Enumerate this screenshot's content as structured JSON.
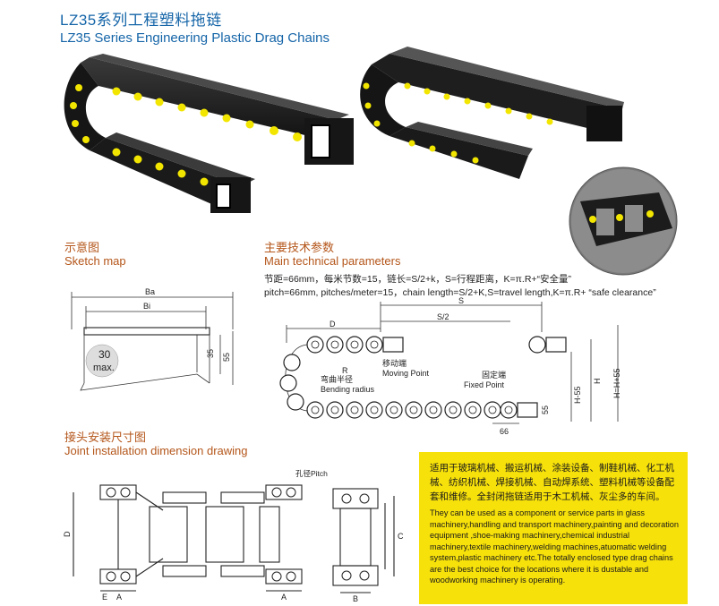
{
  "header": {
    "title_cn": "LZ35系列工程塑料拖链",
    "title_en": "LZ35 Series Engineering Plastic Drag Chains"
  },
  "sketch": {
    "title_cn": "示意图",
    "title_en": "Sketch map",
    "labels": {
      "ba": "Ba",
      "bi": "Bi",
      "h35": "35",
      "h55": "55",
      "angle": "30",
      "angle_unit": "max."
    }
  },
  "params": {
    "title_cn": "主要技术参数",
    "title_en": "Main technical parameters",
    "line_cn": "节距=66mm，每米节数=15，链长=S/2+k，S=行程距离，K=π.R+“安全量”",
    "line_en": "pitch=66mm, pitches/meter=15，chain length=S/2+K,S=travel length,K=π.R+ “safe clearance”"
  },
  "diagram": {
    "label_s": "S",
    "label_s2": "S/2",
    "label_d": "D",
    "label_r": "R",
    "bend_cn": "弯曲半径",
    "bend_en": "Bending radius",
    "moving_cn": "移动端",
    "moving_en": "Moving Point",
    "fixed_cn": "固定端",
    "fixed_en": "Fixed Point",
    "pitch_value": "66",
    "h55": "55",
    "h_minus": "H-55",
    "h": "H",
    "hf": "H=H+55"
  },
  "joint": {
    "title_cn": "接头安装尺寸图",
    "title_en": "Joint installation dimension drawing",
    "pitch_label": "孔径Pitch",
    "labels": {
      "d": "D",
      "e": "E",
      "a": "A",
      "a2": "A",
      "b": "B",
      "c": "C"
    }
  },
  "notes": {
    "cn": "适用于玻璃机械、搬运机械、涂装设备、制鞋机械、化工机械、纺织机械、焊接机械、自动焊系统、塑料机械等设备配套和维修。全封闭拖链适用于木工机械、灰尘多的车间。",
    "en": "They can be used as a component or service parts in glass machinery,handling and transport machinery,painting and decoration equipment ,shoe-making machinery,chemical industrial machinery,textile machinery,welding machines,atuomatic welding system,plastic machinery etc.The totally enclosed type drag chains are the best choice for the locations where it is dustable and woodworking machinery is operating."
  },
  "colors": {
    "title_blue": "#1565a8",
    "section_orange": "#b4561a",
    "chain_black": "#1c1c1c",
    "pin_yellow": "#f2e600",
    "note_yellow": "#f7e10a"
  }
}
